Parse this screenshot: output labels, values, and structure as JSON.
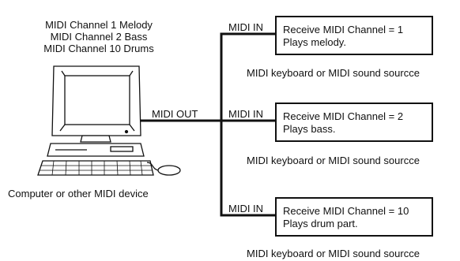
{
  "computer": {
    "channels": [
      "MIDI Channel 1 Melody",
      "MIDI Channel 2 Bass",
      "MIDI Channel 10 Drums"
    ],
    "caption": "Computer or other MIDI device",
    "output_label": "MIDI OUT"
  },
  "receivers": [
    {
      "input_label": "MIDI IN",
      "line1": "Receive MIDI Channel = 1",
      "line2": "Plays melody.",
      "caption": "MIDI keyboard or MIDI sound sourcce"
    },
    {
      "input_label": "MIDI IN",
      "line1": "Receive MIDI Channel = 2",
      "line2": "Plays bass.",
      "caption": "MIDI keyboard or MIDI sound sourcce"
    },
    {
      "input_label": "MIDI IN",
      "line1": "Receive MIDI Channel = 10",
      "line2": "Plays drum part.",
      "caption": "MIDI keyboard or MIDI sound sourcce"
    }
  ]
}
